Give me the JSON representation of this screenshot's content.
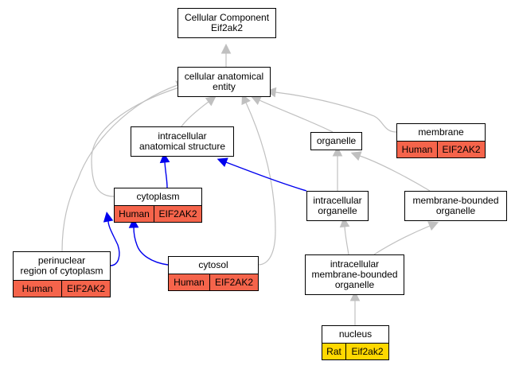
{
  "colors": {
    "human": "#f5644b",
    "rat": "#ffd800",
    "edge_gray": "#c0c0c0",
    "edge_blue": "#0000ee"
  },
  "nodes": [
    {
      "id": "root",
      "name": "node-cellular-component",
      "lines": [
        "Cellular Component",
        "Eif2ak2"
      ]
    },
    {
      "id": "cae",
      "name": "node-cellular-anatomical-entity",
      "lines": [
        "cellular anatomical",
        "entity"
      ]
    },
    {
      "id": "ias",
      "name": "node-intracellular-anatomical-structure",
      "lines": [
        "intracellular",
        "anatomical structure"
      ]
    },
    {
      "id": "org",
      "name": "node-organelle",
      "lines": [
        "organelle"
      ]
    },
    {
      "id": "mem",
      "name": "node-membrane",
      "lines": [
        "membrane"
      ],
      "tag": {
        "species": "Human",
        "gene": "EIF2AK2",
        "color": "human"
      }
    },
    {
      "id": "cyto",
      "name": "node-cytoplasm",
      "lines": [
        "cytoplasm"
      ],
      "tag": {
        "species": "Human",
        "gene": "EIF2AK2",
        "color": "human"
      }
    },
    {
      "id": "io",
      "name": "node-intracellular-organelle",
      "lines": [
        "intracellular",
        "organelle"
      ]
    },
    {
      "id": "mbo",
      "name": "node-membrane-bounded-organelle",
      "lines": [
        "membrane-bounded",
        "organelle"
      ]
    },
    {
      "id": "peri",
      "name": "node-perinuclear-region",
      "lines": [
        "perinuclear",
        "region of cytoplasm"
      ],
      "tag": {
        "species": "Human",
        "gene": "EIF2AK2",
        "color": "human"
      }
    },
    {
      "id": "cytosol",
      "name": "node-cytosol",
      "lines": [
        "cytosol"
      ],
      "tag": {
        "species": "Human",
        "gene": "EIF2AK2",
        "color": "human"
      }
    },
    {
      "id": "imbo",
      "name": "node-intracellular-membrane-bounded-organelle",
      "lines": [
        "intracellular",
        "membrane-bounded",
        "organelle"
      ]
    },
    {
      "id": "nuc",
      "name": "node-nucleus",
      "lines": [
        "nucleus"
      ],
      "tag": {
        "species": "Rat",
        "gene": "Eif2ak2",
        "color": "rat"
      }
    }
  ],
  "edges": [
    {
      "from": "cae",
      "to": "root",
      "color": "gray"
    },
    {
      "from": "ias",
      "to": "cae",
      "color": "gray"
    },
    {
      "from": "cyto",
      "to": "cae",
      "color": "gray"
    },
    {
      "from": "peri",
      "to": "cae",
      "color": "gray"
    },
    {
      "from": "cytosol",
      "to": "cae",
      "color": "gray"
    },
    {
      "from": "org",
      "to": "cae",
      "color": "gray"
    },
    {
      "from": "mem",
      "to": "cae",
      "color": "gray"
    },
    {
      "from": "cyto",
      "to": "ias",
      "color": "blue"
    },
    {
      "from": "io",
      "to": "ias",
      "color": "blue"
    },
    {
      "from": "peri",
      "to": "cyto",
      "color": "blue"
    },
    {
      "from": "cytosol",
      "to": "cyto",
      "color": "blue"
    },
    {
      "from": "io",
      "to": "org",
      "color": "gray"
    },
    {
      "from": "mbo",
      "to": "org",
      "color": "gray"
    },
    {
      "from": "imbo",
      "to": "io",
      "color": "gray"
    },
    {
      "from": "imbo",
      "to": "mbo",
      "color": "gray"
    },
    {
      "from": "nuc",
      "to": "imbo",
      "color": "gray"
    }
  ]
}
